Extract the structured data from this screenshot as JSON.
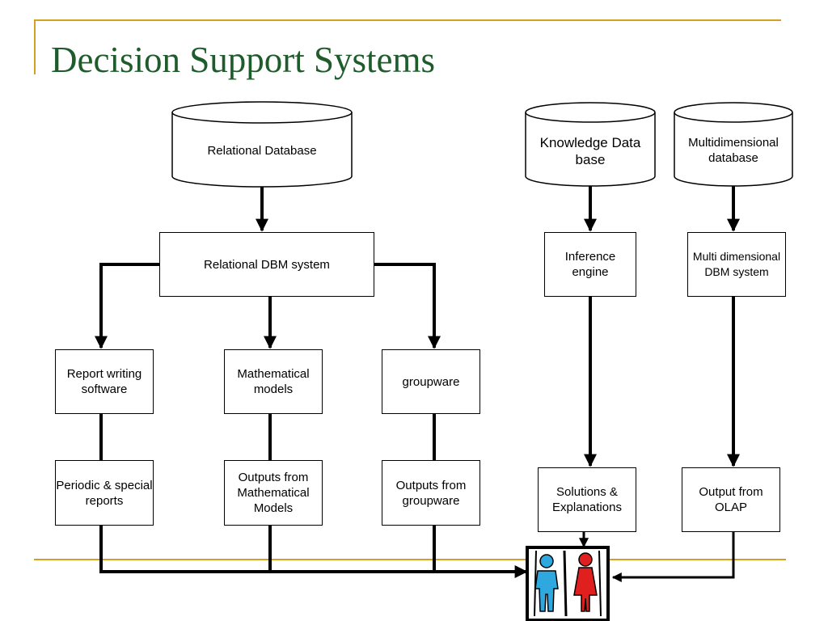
{
  "slide": {
    "title": "Decision Support Systems",
    "title_color": "#1e5c2c",
    "accent_color": "#d4a020"
  },
  "databases": {
    "relational": "Relational Database",
    "knowledge": "Knowledge Data\nbase",
    "multidimensional": "Multidimensional\ndatabase"
  },
  "systems": {
    "relational_dbm": "Relational DBM system",
    "inference_engine": "Inference\nengine",
    "multi_dbm": "Multi dimensional\nDBM system"
  },
  "tools": {
    "report_writing": "Report writing\nsoftware",
    "math_models": "Mathematical\nmodels",
    "groupware": "groupware"
  },
  "outputs": {
    "periodic_reports": "Periodic & special\nreports",
    "math_outputs": "Outputs from\nMathematical\nModels",
    "groupware_outputs": "Outputs from\ngroupware",
    "solutions": "Solutions &\nExplanations",
    "olap_output": "Output from\nOLAP"
  },
  "icons": {
    "users": "users-icon"
  }
}
